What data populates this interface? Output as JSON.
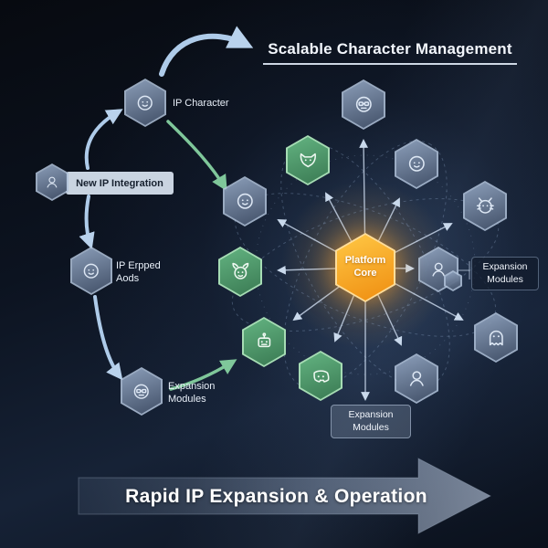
{
  "title": "Scalable Character Management",
  "left_flow": {
    "ip_character_label": "IP Character",
    "new_ip_label": "New IP Integration",
    "ip_erpped_label": "IP Erpped\nAods",
    "expansion_label": "Expansion\nModules"
  },
  "hub": {
    "core_label": "Platform\nCore",
    "right_module_label": "Expansion\nModules",
    "bottom_module_label": "Expansion\nModules"
  },
  "banner": {
    "text": "Rapid IP Expansion & Operation"
  },
  "colors": {
    "core_orange": "#F5A31E",
    "hex_green": "#4E9A68",
    "hex_gray": "#55657F",
    "arrow_blue": "#B9D2EC",
    "arrow_green": "#7FC79A",
    "text_light": "#FFFFFF"
  },
  "icons": {
    "hub_center": "platform-core-hexagon",
    "outer_ring": [
      "face-glasses-icon",
      "fox-icon",
      "troll-face-icon",
      "grumpy-face-icon",
      "cat-icon",
      "viking-horns-icon",
      "character-icon",
      "ghost-icon",
      "robot-icon",
      "discord-icon",
      "character-icon"
    ],
    "left_flow": [
      "face-icon",
      "character-hat-icon",
      "curly-face-icon",
      "face-glasses-icon"
    ]
  }
}
